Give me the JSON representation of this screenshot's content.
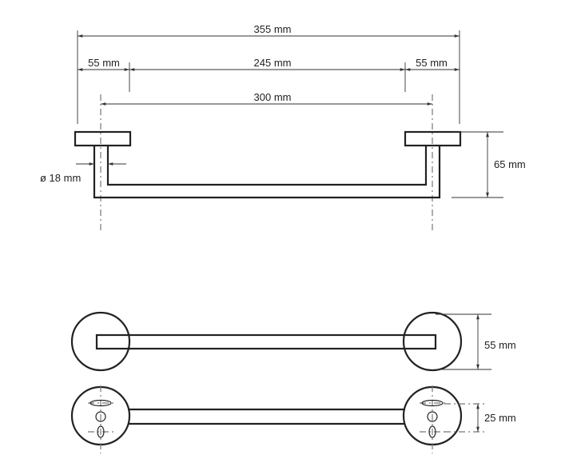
{
  "drawing": {
    "dimensions": {
      "overall_length": "355 mm",
      "left_rosette": "55 mm",
      "bar_span": "245 mm",
      "right_rosette": "55 mm",
      "center_distance": "300 mm",
      "projection": "65 mm",
      "tube_diameter": "ø 18 mm",
      "rosette_diameter": "55 mm",
      "hole_spacing": "25 mm"
    },
    "colors": {
      "line": "#222222"
    }
  }
}
